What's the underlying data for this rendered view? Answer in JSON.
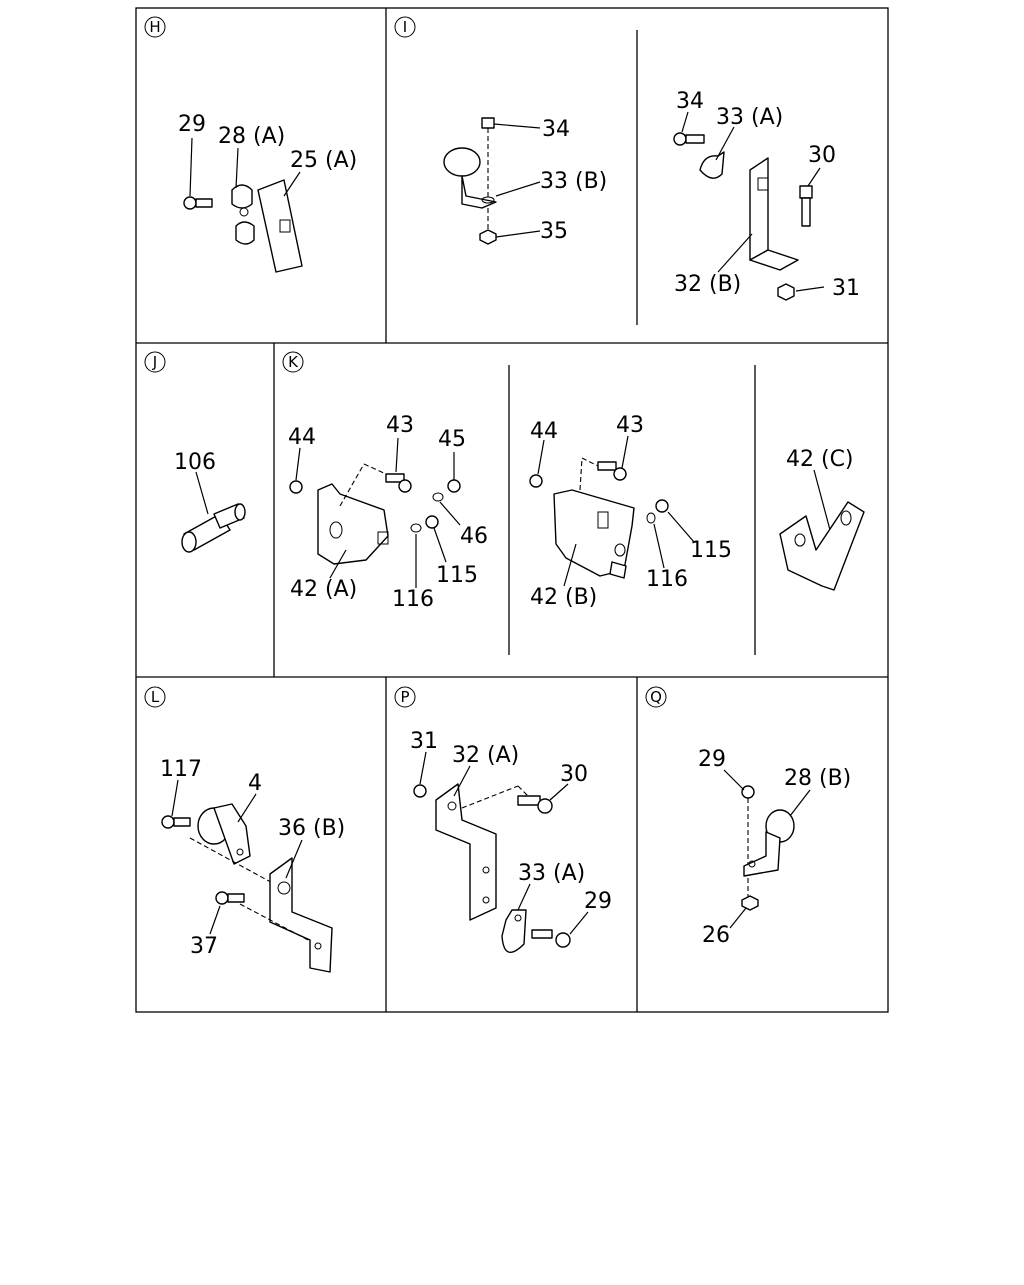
{
  "panels": [
    {
      "id": "H",
      "callouts": [
        "29",
        "28 (A)",
        "25 (A)"
      ]
    },
    {
      "id": "I",
      "callouts": [
        "34",
        "33 (B)",
        "35",
        "34",
        "33 (A)",
        "30",
        "32 (B)",
        "31"
      ]
    },
    {
      "id": "J",
      "callouts": [
        "106"
      ]
    },
    {
      "id": "K",
      "callouts": [
        "44",
        "43",
        "45",
        "46",
        "42 (A)",
        "116",
        "115",
        "44",
        "43",
        "115",
        "116",
        "42 (B)",
        "42 (C)"
      ]
    },
    {
      "id": "L",
      "callouts": [
        "117",
        "4",
        "36 (B)",
        "37"
      ]
    },
    {
      "id": "P",
      "callouts": [
        "31",
        "32 (A)",
        "30",
        "33 (A)",
        "29"
      ]
    },
    {
      "id": "Q",
      "callouts": [
        "29",
        "28 (B)",
        "26"
      ]
    }
  ]
}
